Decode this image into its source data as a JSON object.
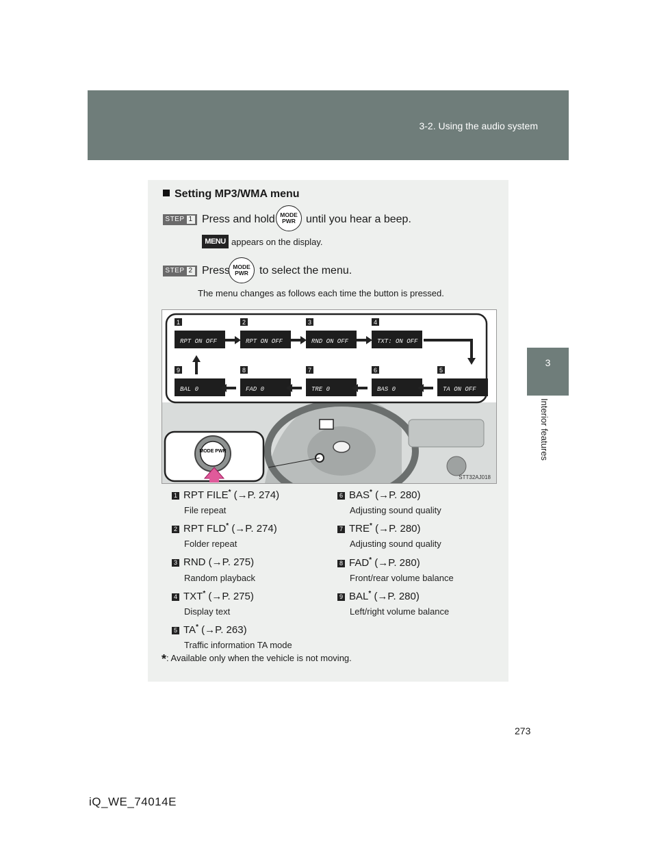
{
  "header": {
    "section": "3-2. Using the audio system"
  },
  "chapter": {
    "number": "3",
    "label": "Interior features"
  },
  "page_number": "273",
  "doc_code": "iQ_WE_74014E",
  "section_title": "Setting MP3/WMA menu",
  "steps": [
    {
      "badge": "STEP",
      "number": "1",
      "before": "Press and hold",
      "button": "MODE PWR",
      "after": "until you hear a beep."
    },
    {
      "badge": "STEP",
      "number": "2",
      "before": "Press",
      "button": "MODE PWR",
      "after": "to select the menu."
    }
  ],
  "menu_icon_label": "MENU",
  "menu_note": "appears on the display.",
  "menu_changes_note": "The menu changes as follows each time the button is pressed.",
  "figure_code": "STT32AJ018",
  "figure_button_label": "MODE PWR",
  "displays": [
    {
      "num": "1",
      "text": "RPT  ON  OFF"
    },
    {
      "num": "2",
      "text": "RPT  ON  OFF"
    },
    {
      "num": "3",
      "text": "RND  ON  OFF"
    },
    {
      "num": "4",
      "text": "TXT:    ON  OFF"
    },
    {
      "num": "5",
      "text": "TA    ON  OFF"
    },
    {
      "num": "6",
      "text": "BAS   0"
    },
    {
      "num": "7",
      "text": "TRE   0"
    },
    {
      "num": "8",
      "text": "FAD   0"
    },
    {
      "num": "9",
      "text": "BAL   0"
    }
  ],
  "legend": [
    {
      "num": "1",
      "name": "RPT FILE",
      "ref": "(→P. 274)",
      "desc": "File repeat"
    },
    {
      "num": "2",
      "name": "RPT FLD",
      "ref": "(→P. 274)",
      "desc": "Folder repeat"
    },
    {
      "num": "3",
      "name": "RND",
      "ref": "(→P. 275)",
      "desc": "Random playback"
    },
    {
      "num": "4",
      "name": "TXT",
      "ref": "(→P. 275)",
      "desc": "Display text"
    },
    {
      "num": "5",
      "name": "TA",
      "ref": "(→P. 263)",
      "desc": "Traffic information TA mode"
    },
    {
      "num": "6",
      "name": "BAS",
      "ref": "(→P. 280)",
      "desc": "Adjusting sound quality"
    },
    {
      "num": "7",
      "name": "TRE",
      "ref": "(→P. 280)",
      "desc": "Adjusting sound quality"
    },
    {
      "num": "8",
      "name": "FAD",
      "ref": "(→P. 280)",
      "desc": "Front/rear volume balance"
    },
    {
      "num": "9",
      "name": "BAL",
      "ref": "(→P. 280)",
      "desc": "Left/right volume balance"
    }
  ],
  "footnote": ": Available only when the vehicle is not moving."
}
